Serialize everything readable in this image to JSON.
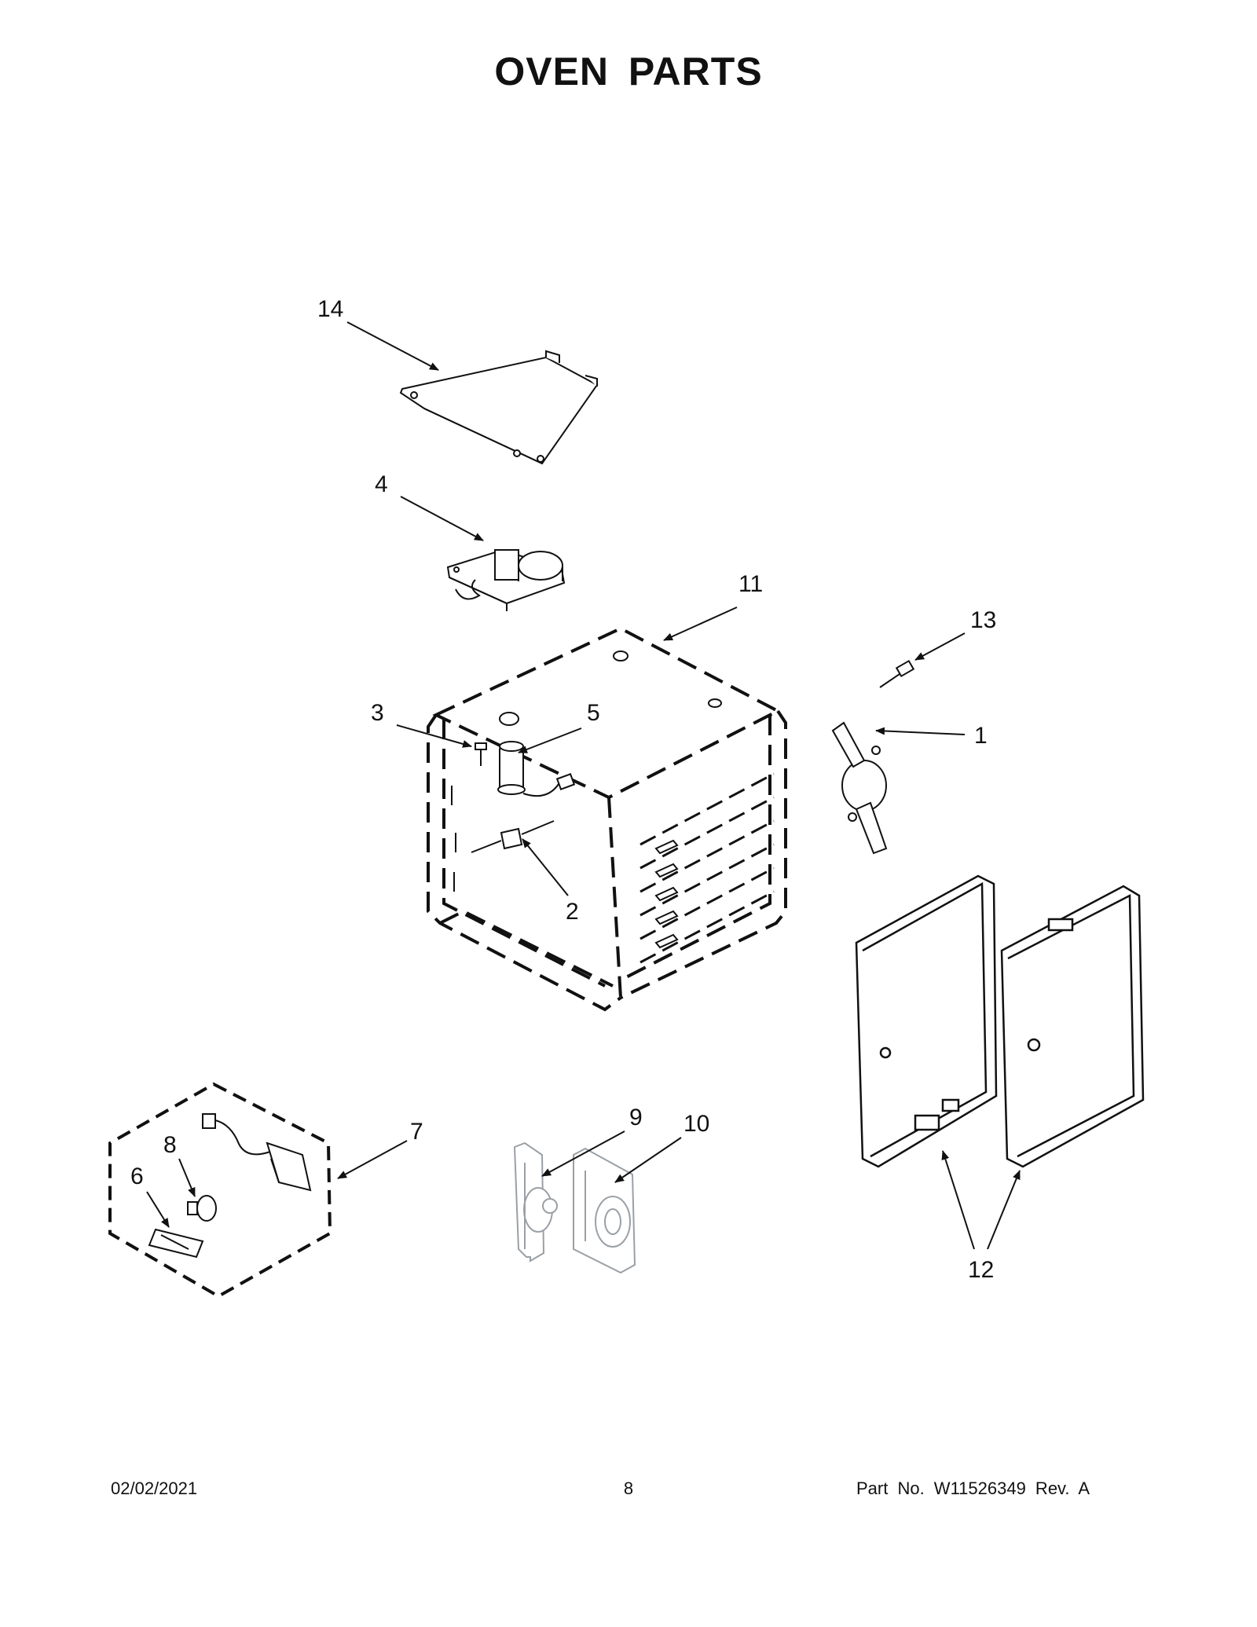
{
  "title": "OVEN PARTS",
  "callouts": [
    {
      "id": "1",
      "label": "1"
    },
    {
      "id": "2",
      "label": "2"
    },
    {
      "id": "3",
      "label": "3"
    },
    {
      "id": "4",
      "label": "4"
    },
    {
      "id": "5",
      "label": "5"
    },
    {
      "id": "6",
      "label": "6"
    },
    {
      "id": "7",
      "label": "7"
    },
    {
      "id": "8",
      "label": "8"
    },
    {
      "id": "9",
      "label": "9"
    },
    {
      "id": "10",
      "label": "10"
    },
    {
      "id": "11",
      "label": "11"
    },
    {
      "id": "12",
      "label": "12"
    },
    {
      "id": "13",
      "label": "13"
    },
    {
      "id": "14",
      "label": "14"
    }
  ],
  "footer": {
    "date": "02/02/2021",
    "page": "8",
    "part_number": "Part No.  W11526349  Rev.  A"
  }
}
